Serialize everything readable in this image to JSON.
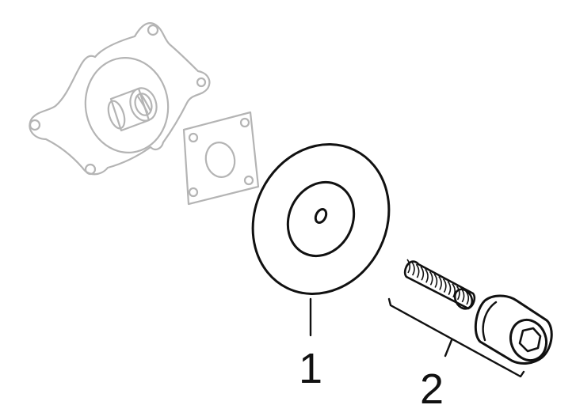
{
  "callouts": [
    {
      "id": "1",
      "label": "1"
    },
    {
      "id": "2",
      "label": "2"
    }
  ],
  "colors": {
    "line_dark": "#111111",
    "line_grey": "#b4b4b4",
    "background": "#ffffff"
  }
}
